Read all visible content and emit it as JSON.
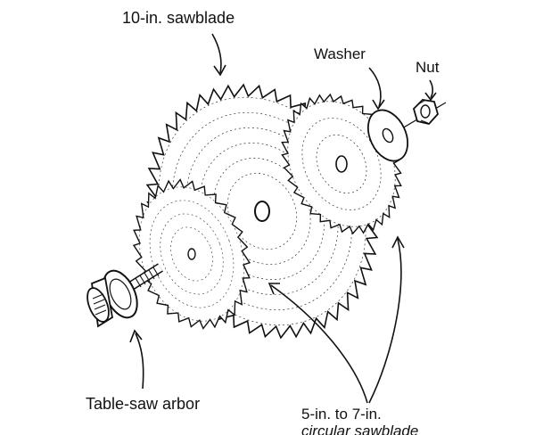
{
  "labels": {
    "sawblade_10in": "10-in. sawblade",
    "washer": "Washer",
    "nut": "Nut",
    "arbor": "Table-saw arbor",
    "circular_line1": "5-in. to 7-in.",
    "circular_line2": "circular sawblade"
  },
  "colors": {
    "ink": "#111111",
    "paper": "#ffffff"
  }
}
